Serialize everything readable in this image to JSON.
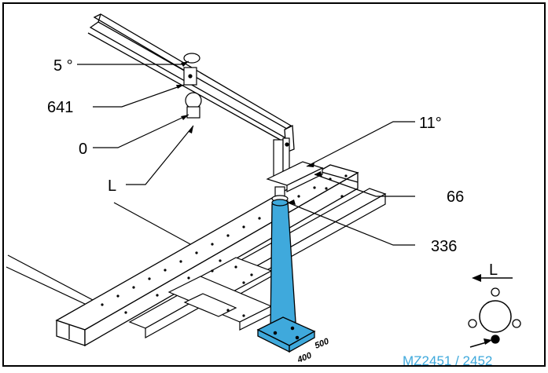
{
  "callouts": {
    "angle_top": "5 °",
    "value_641": "641",
    "value_0": "0",
    "label_L_left": "L",
    "angle_right": "11°",
    "value_66": "66",
    "value_336": "336"
  },
  "orientation_icon": {
    "label": "L"
  },
  "dimensions": {
    "d500": "500",
    "d400": "400"
  },
  "reference": "MZ2451 / 2452",
  "colors": {
    "column": "#3fa9dc",
    "reference_text": "#3fa9dc",
    "line": "#000000"
  }
}
